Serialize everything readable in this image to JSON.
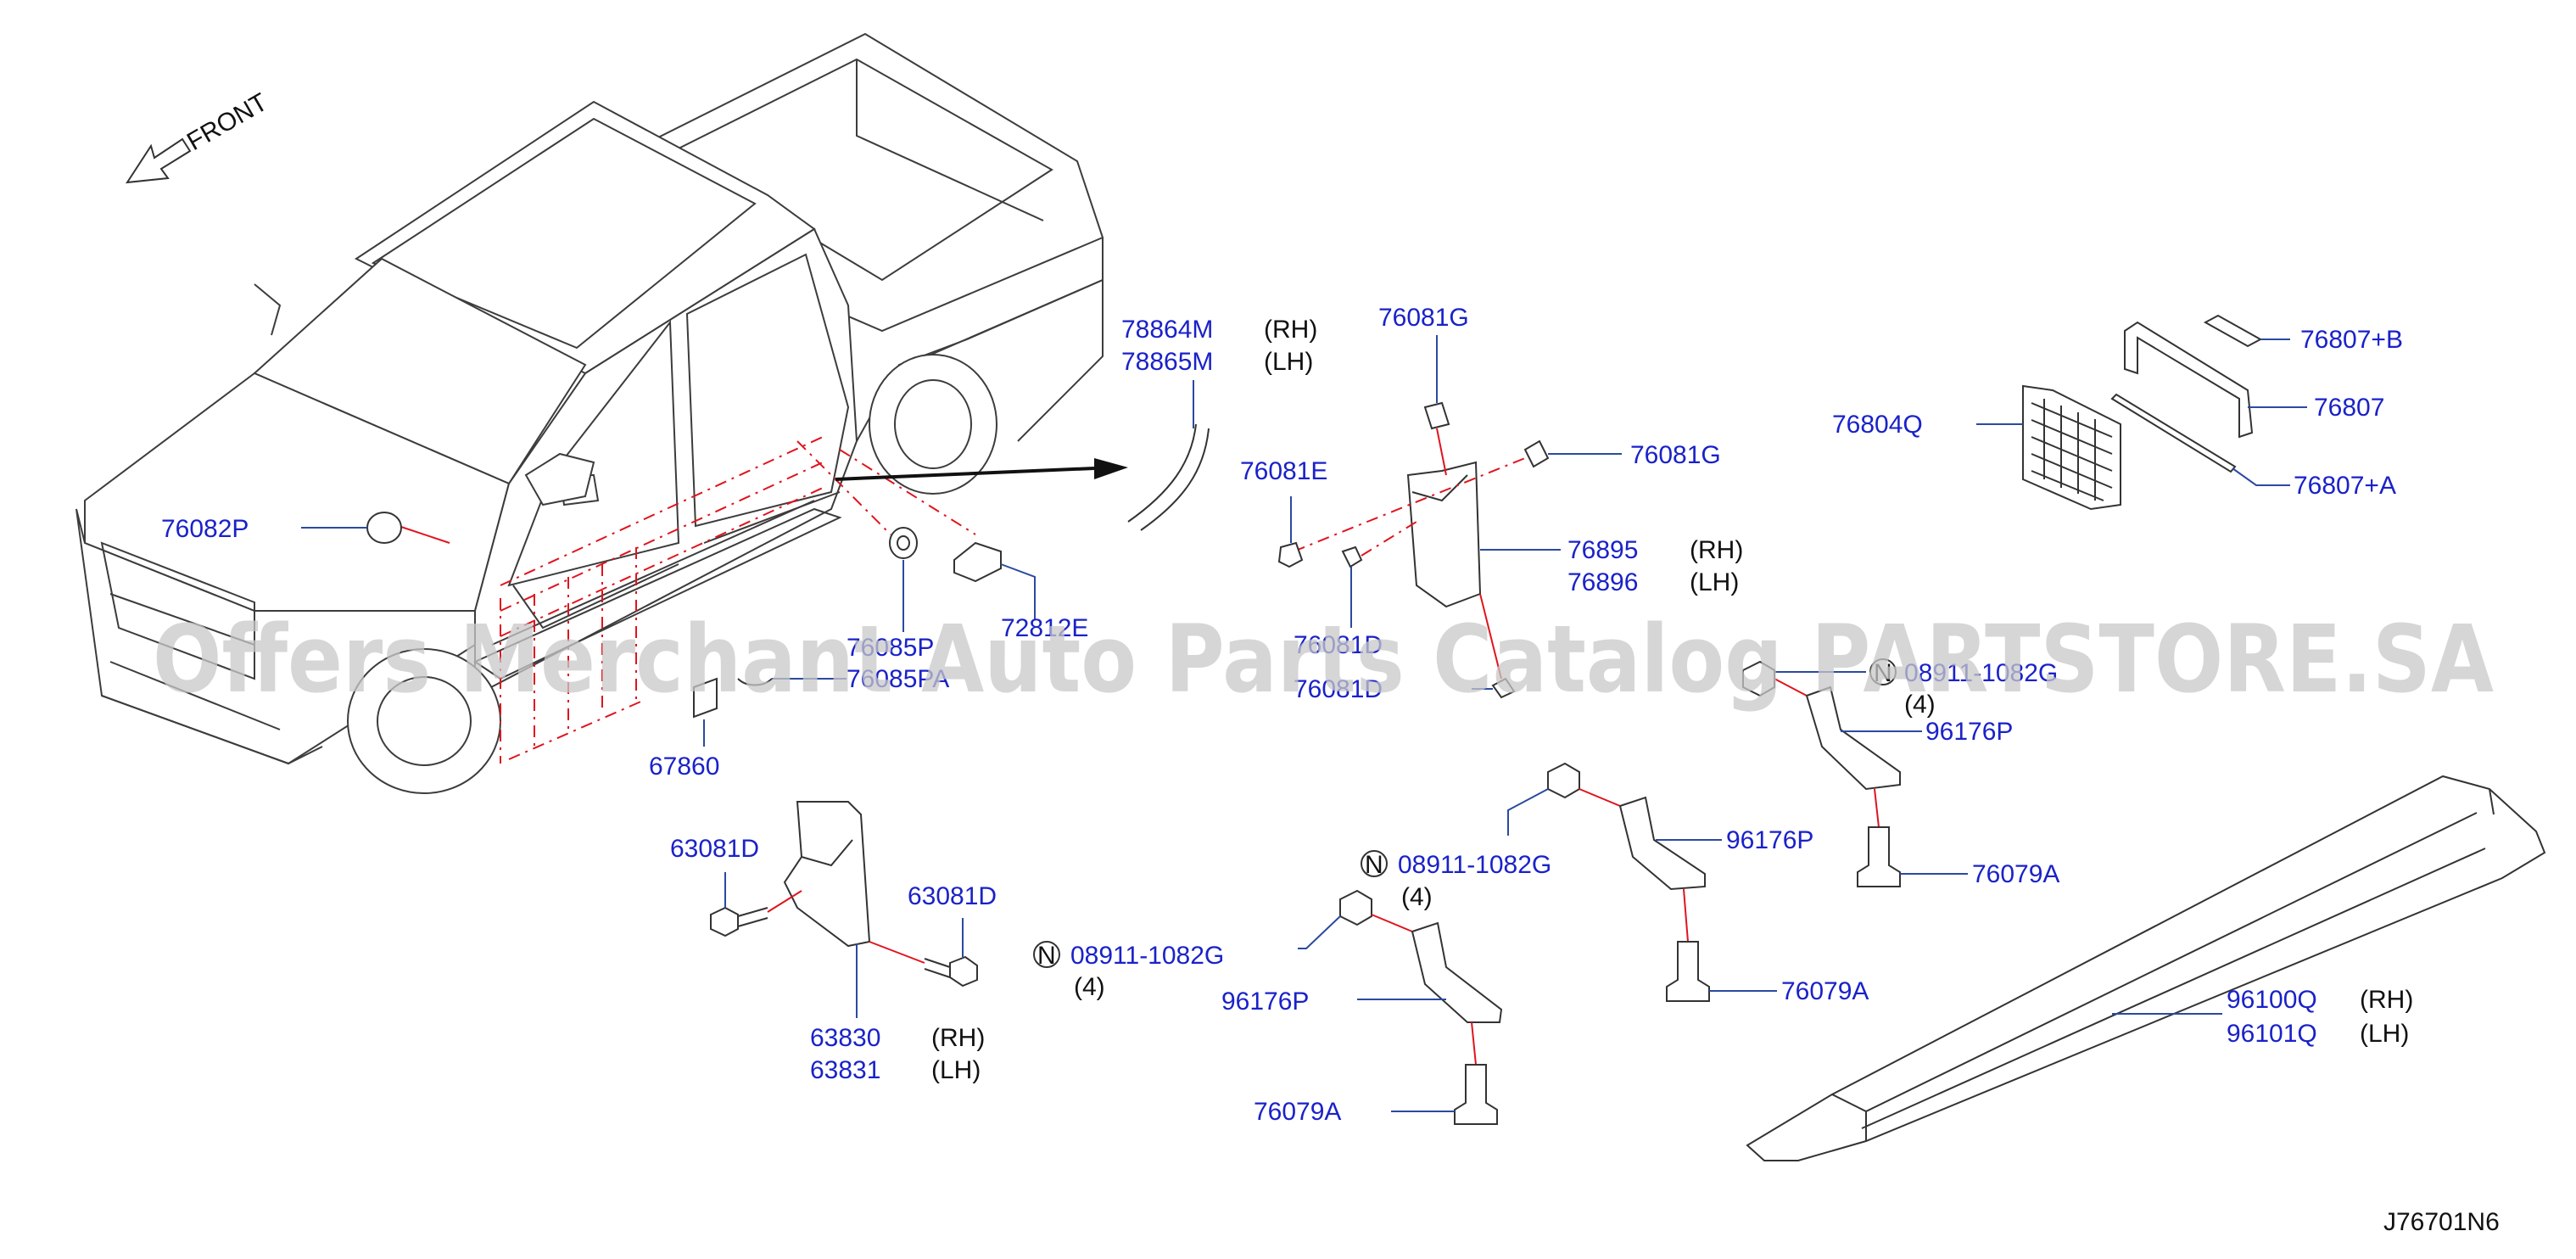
{
  "front_label": "FRONT",
  "diagram_code": "J76701N6",
  "watermark": "Offers Merchant Auto Parts Catalog PARTSTORE.SA",
  "nut_symbol": "N",
  "colors": {
    "part_number": "#1a22c8",
    "side_text": "#111111",
    "red_leader": "#e0141e",
    "leader": "#2b4aa0",
    "watermark": "#c8c8c8"
  },
  "labels": {
    "p78864M": "78864M",
    "p78864M_side": "(RH)",
    "p78865M": "78865M",
    "p78865M_side": "(LH)",
    "p76081G_top": "76081G",
    "p76081G_right": "76081G",
    "p76081E": "76081E",
    "p76895": "76895",
    "p76895_side": "(RH)",
    "p76896": "76896",
    "p76896_side": "(LH)",
    "p76081D_a": "76081D",
    "p76081D_b": "76081D",
    "p76807B": "76807+B",
    "p76807": "76807",
    "p76804Q": "76804Q",
    "p76807A": "76807+A",
    "p76082P": "76082P",
    "p76085P": "76085P",
    "p76085PA": "76085PA",
    "p72812E": "72812E",
    "p67860": "67860",
    "p08911_top": "08911-1082G",
    "p08911_top_qty": "(4)",
    "p96176P_top": "96176P",
    "p76079A_top": "76079A",
    "p63081D_left": "63081D",
    "p63081D_right": "63081D",
    "p63830": "63830",
    "p63830_side": "(RH)",
    "p63831": "63831",
    "p63831_side": "(LH)",
    "p08911_mid": "08911-1082G",
    "p08911_mid_qty": "(4)",
    "p96176P_mid": "96176P",
    "p76079A_mid": "76079A",
    "p08911_left": "08911-1082G",
    "p08911_left_qty": "(4)",
    "p96176P_low": "96176P",
    "p76079A_low": "76079A",
    "p96100Q": "96100Q",
    "p96100Q_side": "(RH)",
    "p96101Q": "96101Q",
    "p96101Q_side": "(LH)"
  }
}
